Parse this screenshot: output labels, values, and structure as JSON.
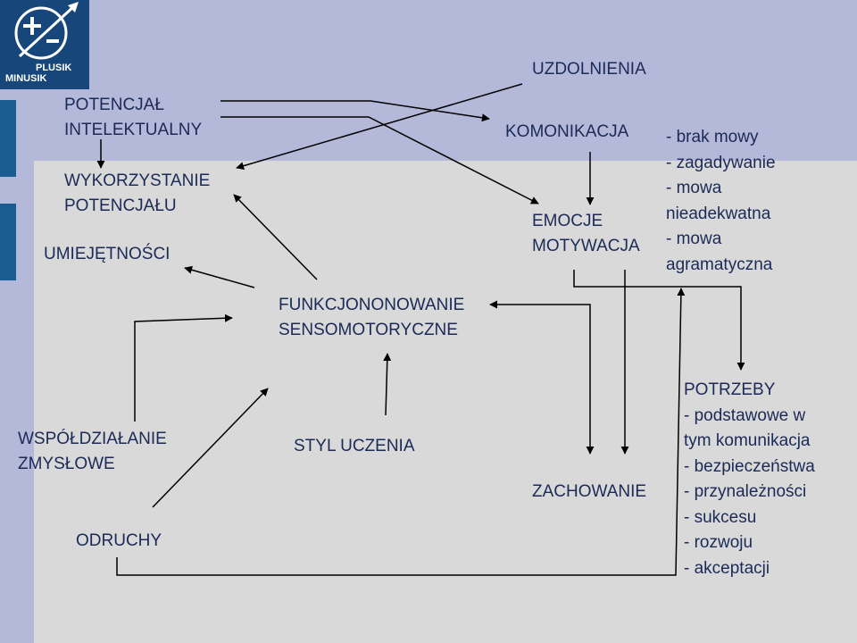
{
  "logo": {
    "line1": "PLUSIK",
    "line2": "MINUSIK"
  },
  "nodes": {
    "potencjal": [
      "POTENCJAŁ",
      "INTELEKTUALNY"
    ],
    "wykorzystanie": [
      "WYKORZYSTANIE",
      "POTENCJAŁU"
    ],
    "umiejetnosci": "UMIEJĘTNOŚCI",
    "uzdolnienia": "UZDOLNIENIA",
    "komunikacja": "KOMONIKACJA",
    "emocje": [
      "EMOCJE",
      "MOTYWACJA"
    ],
    "funkcjonowanie": [
      "FUNKCJONONOWANIE",
      "SENSOMOTORYCZNE"
    ],
    "wspoldzialanie": [
      "WSPÓŁDZIAŁANIE",
      "ZMYSŁOWE"
    ],
    "styl": "STYL UCZENIA",
    "odruchy": "ODRUCHY",
    "zachowanie": "ZACHOWANIE"
  },
  "speech_list": [
    "- brak mowy",
    "- zagadywanie",
    "- mowa",
    "nieadekwatna",
    "- mowa",
    "agramatyczna"
  ],
  "needs": {
    "title": "POTRZEBY",
    "items": [
      "- podstawowe w",
      "tym komunikacja",
      "- bezpieczeństwa",
      "- przynależności",
      "- sukcesu",
      "- rozwoju",
      "- akceptacji"
    ]
  },
  "colors": {
    "text": "#1b2a57",
    "arrow": "#000000",
    "background_top": "#b4b8d9",
    "background_main": "#d9d9d9",
    "logo": "#17477a"
  }
}
